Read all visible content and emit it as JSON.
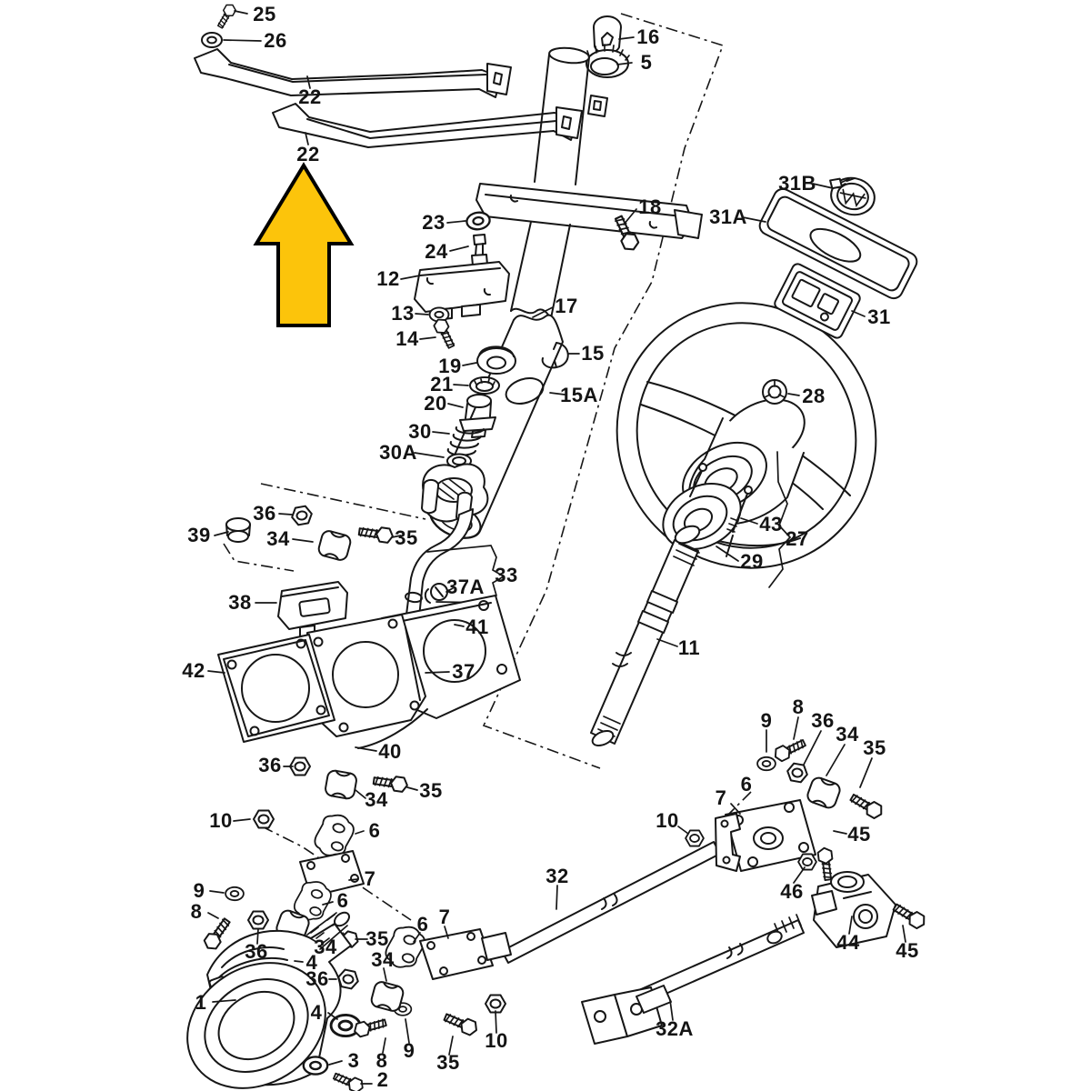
{
  "diagram": {
    "background": "#ffffff",
    "line_color": "#161616",
    "highlight_arrow": {
      "color": "#FCC40B",
      "outline": "#000000",
      "direction": "up",
      "target_label": "22"
    },
    "callouts": [
      {
        "label": "25"
      },
      {
        "label": "26"
      },
      {
        "label": "22"
      },
      {
        "label": "22"
      },
      {
        "label": "16"
      },
      {
        "label": "5"
      },
      {
        "label": "23"
      },
      {
        "label": "24"
      },
      {
        "label": "12"
      },
      {
        "label": "13"
      },
      {
        "label": "14"
      },
      {
        "label": "17"
      },
      {
        "label": "18"
      },
      {
        "label": "15"
      },
      {
        "label": "15A"
      },
      {
        "label": "19"
      },
      {
        "label": "21"
      },
      {
        "label": "20"
      },
      {
        "label": "30"
      },
      {
        "label": "30A"
      },
      {
        "label": "31B"
      },
      {
        "label": "31A"
      },
      {
        "label": "31"
      },
      {
        "label": "28"
      },
      {
        "label": "43"
      },
      {
        "label": "27"
      },
      {
        "label": "29"
      },
      {
        "label": "11"
      },
      {
        "label": "39"
      },
      {
        "label": "36"
      },
      {
        "label": "34"
      },
      {
        "label": "35"
      },
      {
        "label": "38"
      },
      {
        "label": "37A"
      },
      {
        "label": "33"
      },
      {
        "label": "41"
      },
      {
        "label": "42"
      },
      {
        "label": "37"
      },
      {
        "label": "40"
      },
      {
        "label": "36"
      },
      {
        "label": "34"
      },
      {
        "label": "35"
      },
      {
        "label": "10"
      },
      {
        "label": "6"
      },
      {
        "label": "7"
      },
      {
        "label": "9"
      },
      {
        "label": "6"
      },
      {
        "label": "8"
      },
      {
        "label": "36"
      },
      {
        "label": "34"
      },
      {
        "label": "35"
      },
      {
        "label": "4"
      },
      {
        "label": "36"
      },
      {
        "label": "6"
      },
      {
        "label": "7"
      },
      {
        "label": "34"
      },
      {
        "label": "1"
      },
      {
        "label": "4"
      },
      {
        "label": "3"
      },
      {
        "label": "8"
      },
      {
        "label": "9"
      },
      {
        "label": "2"
      },
      {
        "label": "35"
      },
      {
        "label": "10"
      },
      {
        "label": "32"
      },
      {
        "label": "10"
      },
      {
        "label": "7"
      },
      {
        "label": "6"
      },
      {
        "label": "9"
      },
      {
        "label": "8"
      },
      {
        "label": "36"
      },
      {
        "label": "34"
      },
      {
        "label": "35"
      },
      {
        "label": "45"
      },
      {
        "label": "46"
      },
      {
        "label": "44"
      },
      {
        "label": "45"
      },
      {
        "label": "32A"
      }
    ]
  }
}
